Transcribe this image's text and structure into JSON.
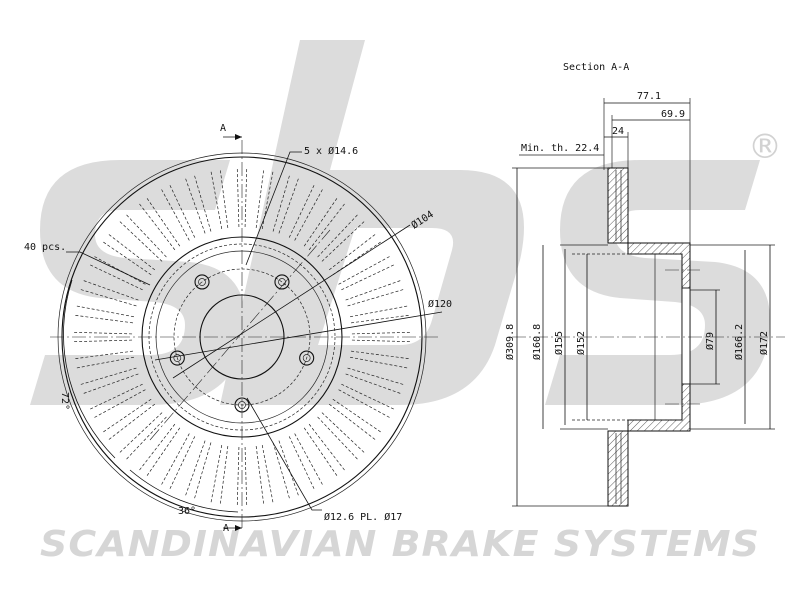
{
  "watermark": {
    "brand_letters": "sbs",
    "registered_mark": "®",
    "company": "SCANDINAVIAN BRAKE SYSTEMS",
    "color": "#d6d6d6"
  },
  "front_view": {
    "section_marker_top": "A",
    "section_marker_bottom": "A",
    "bolt_holes": "5 x Ø14.6",
    "vanes": "40 pcs.",
    "pcd": "Ø104",
    "center_bore": "Ø120",
    "hub_holes": "Ø12.6 PL. Ø17",
    "angle_72": "72°",
    "angle_36": "36°"
  },
  "section_view": {
    "title": "Section A-A",
    "min_thickness": "Min. th. 22.4",
    "dim_total_height": "77.1",
    "dim_hat_height": "69.9",
    "dim_thickness": "24",
    "dia_outer": "Ø309.8",
    "dia_160": "Ø160.8",
    "dia_155": "Ø155",
    "dia_152": "Ø152",
    "dia_79": "Ø79",
    "dia_166": "Ø166.2",
    "dia_172": "Ø172"
  }
}
